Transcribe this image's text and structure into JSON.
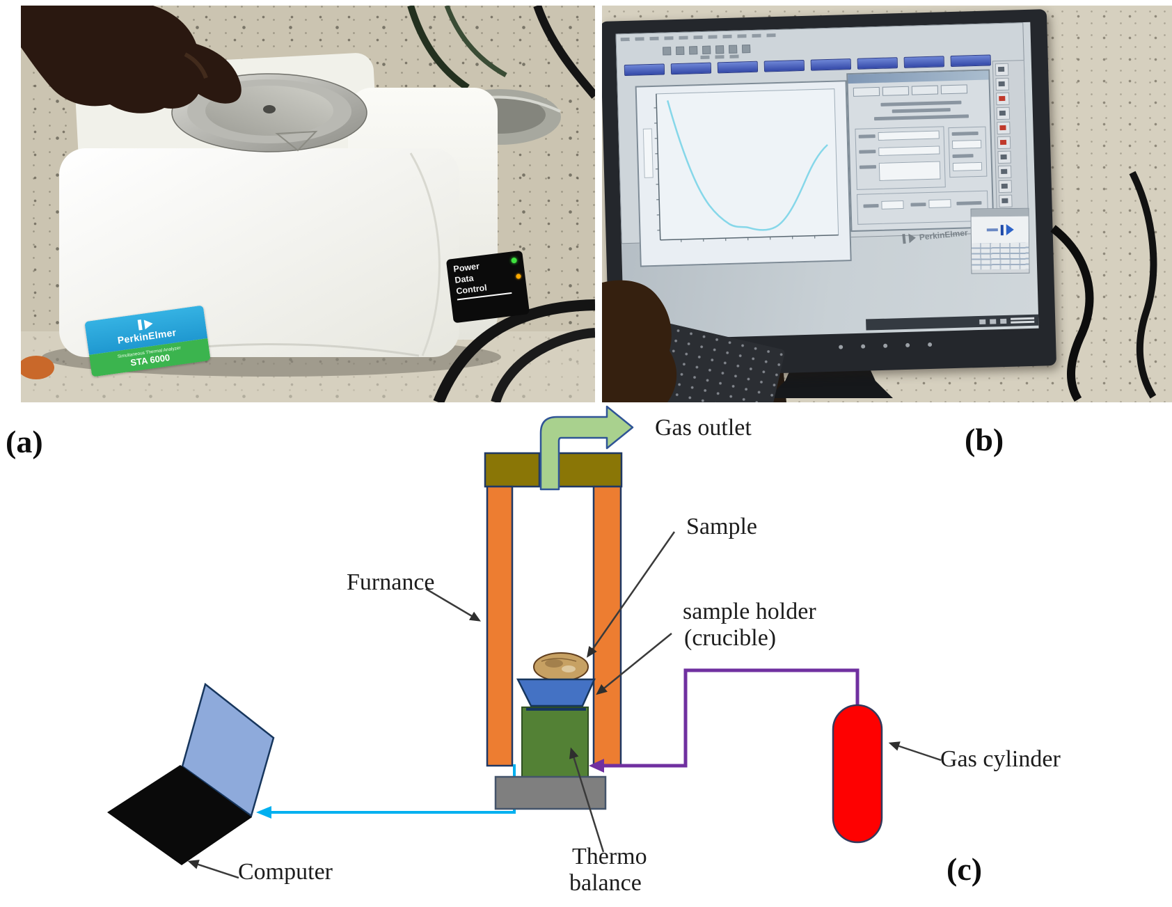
{
  "figure": {
    "panel_a_label": "(a)",
    "panel_b_label": "(b)",
    "panel_c_label": "(c)"
  },
  "instrument": {
    "brand": "PerkinElmer",
    "tagline": "Simultaneous Thermal Analyzer",
    "model": "STA 6000",
    "panel": {
      "line1": "Power",
      "line2": "Data",
      "line3": "Control"
    }
  },
  "monitor": {
    "desktop_watermark": "PerkinElmer"
  },
  "diagram": {
    "labels": {
      "gas_outlet": "Gas outlet",
      "furnace": "Furnance",
      "sample": "Sample",
      "sample_holder_line1": "sample holder",
      "sample_holder_line2": "(crucible)",
      "gas_cylinder": "Gas cylinder",
      "computer": "Computer",
      "thermo_line1": "Thermo",
      "thermo_line2": "balance"
    },
    "colors": {
      "furnace_bar": "#ed7d31",
      "furnace_cap": "#8a7606",
      "gas_arrow_fill": "#a9d18e",
      "crucible_fill": "#4472c4",
      "balance_block_fill": "#538135",
      "base_plate_fill": "#7f7f7f",
      "cylinder_fill": "#fe0101",
      "gas_line": "#7030a0",
      "computer_line": "#00b0f0",
      "laptop_screen_fill": "#8eaadb",
      "laptop_base_fill": "#0a0a0a"
    }
  }
}
